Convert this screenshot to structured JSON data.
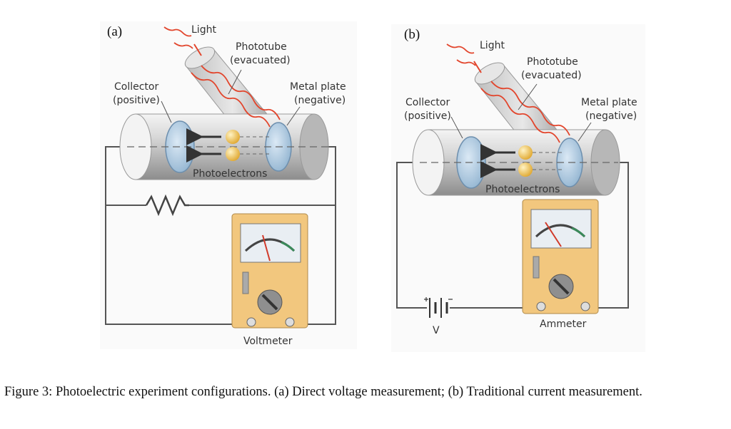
{
  "panels": [
    {
      "letter": "(a)",
      "light": "Light",
      "phototube": "Phototube",
      "evacuated": "(evacuated)",
      "collector": "Collector",
      "collector_sign": "(positive)",
      "plate": "Metal plate",
      "plate_sign": "(negative)",
      "photoelectrons": "Photoelectrons",
      "meter": "Voltmeter"
    },
    {
      "letter": "(b)",
      "light": "Light",
      "phototube": "Phototube",
      "evacuated": "(evacuated)",
      "collector": "Collector",
      "collector_sign": "(positive)",
      "plate": "Metal plate",
      "plate_sign": "(negative)",
      "photoelectrons": "Photoelectrons",
      "meter": "Ammeter",
      "battery": "V"
    }
  ],
  "caption": "Figure 3: Photoelectric experiment configurations. (a) Direct voltage measurement; (b) Traditional current measurement.",
  "colors": {
    "tube": "#c9c9c9",
    "light_ray": "#e2452c",
    "electron": "#f0c040",
    "meter_body": "#f2c77e",
    "wire": "#555555"
  }
}
